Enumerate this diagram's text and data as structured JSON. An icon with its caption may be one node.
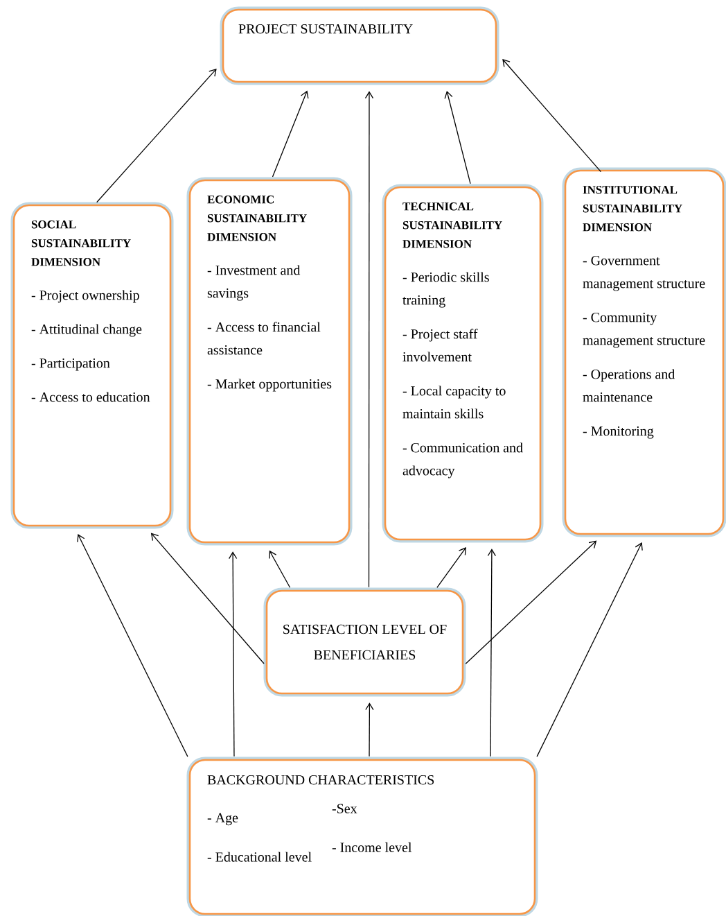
{
  "diagram": {
    "nodes": [
      {
        "text": [
          "PROJECT SUSTAINABILITY"
        ]
      },
      {
        "text": [
          "SOCIAL SUSTAINABILITY DIMENSION",
          "- Project ownership",
          "- Attitudinal change",
          "- Participation",
          "- Access to education"
        ]
      },
      {
        "text": [
          "ECONOMIC SUSTAINABILITY DIMENSION",
          "- Investment and savings",
          "- Access to financial assistance",
          "- Market opportunities"
        ]
      },
      {
        "text": [
          "TECHNICAL SUSTAINABILITY DIMENSION",
          "- Periodic skills training",
          "- Project staff involvement",
          "- Local capacity to maintain skills",
          "- Communication and advocacy"
        ]
      },
      {
        "text": [
          "INSTITUTIONAL SUSTAINABILITY DIMENSION",
          "- Government management structure",
          "- Community management structure",
          "- Operations and maintenance",
          "- Monitoring"
        ]
      },
      {
        "text": [
          "SATISFACTION LEVEL OF BENEFICIARIES"
        ]
      },
      {
        "text": [
          "BACKGROUND CHARACTERISTICS",
          "- Age",
          "-Sex",
          "- Educational level",
          "- Income level"
        ]
      }
    ],
    "edges": [
      {
        "from": 1,
        "to": 0,
        "arrow": "to"
      },
      {
        "from": 2,
        "to": 0,
        "arrow": "to"
      },
      {
        "from": 5,
        "to": 0,
        "arrow": "to"
      },
      {
        "from": 3,
        "to": 0,
        "arrow": "to"
      },
      {
        "from": 4,
        "to": 0,
        "arrow": "to"
      },
      {
        "from": 5,
        "to": 1,
        "arrow": "to"
      },
      {
        "from": 5,
        "to": 2,
        "arrow": "to"
      },
      {
        "from": 5,
        "to": 3,
        "arrow": "to"
      },
      {
        "from": 5,
        "to": 4,
        "arrow": "to"
      },
      {
        "from": 6,
        "to": 1,
        "arrow": "to"
      },
      {
        "from": 6,
        "to": 2,
        "arrow": "to"
      },
      {
        "from": 6,
        "to": 5,
        "arrow": "to"
      },
      {
        "from": 6,
        "to": 3,
        "arrow": "to"
      },
      {
        "from": 6,
        "to": 4,
        "arrow": "to"
      }
    ]
  }
}
